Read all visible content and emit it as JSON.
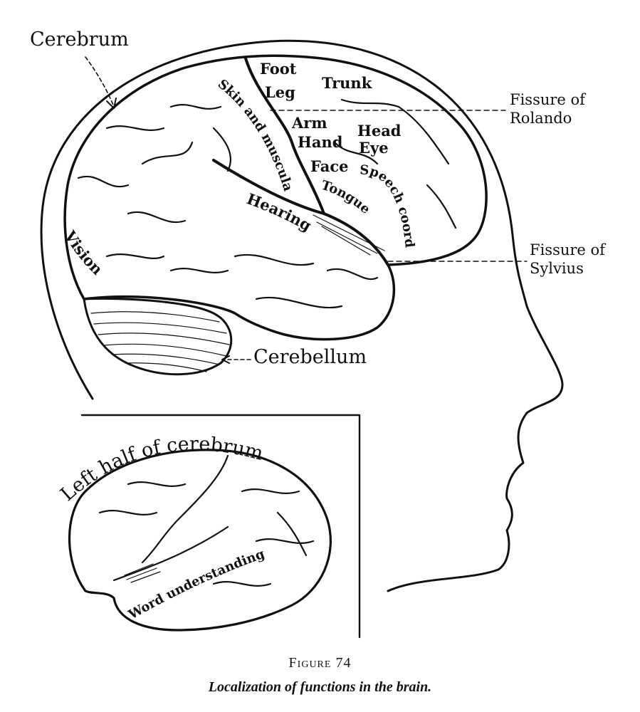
{
  "figure": {
    "number_label": "Figure 74",
    "caption": "Localization of functions in the brain."
  },
  "labels": {
    "cerebrum": "Cerebrum",
    "cerebellum": "Cerebellum",
    "foot": "Foot",
    "leg": "Leg",
    "trunk": "Trunk",
    "arm": "Arm",
    "hand": "Hand",
    "head": "Head",
    "eye": "Eye",
    "face": "Face",
    "tongue": "Tongue",
    "speech_coordination": "Speech coordination",
    "skin_and_muscular_sense": "Skin and muscular sense",
    "hearing": "Hearing",
    "vision": "Vision",
    "fissure_rolando_line1": "Fissure of",
    "fissure_rolando_line2": "Rolando",
    "fissure_sylvius_line1": "Fissure of",
    "fissure_sylvius_line2": "Sylvius"
  },
  "inset": {
    "title": "Left half of cerebrum",
    "region_label": "Word understanding"
  }
}
